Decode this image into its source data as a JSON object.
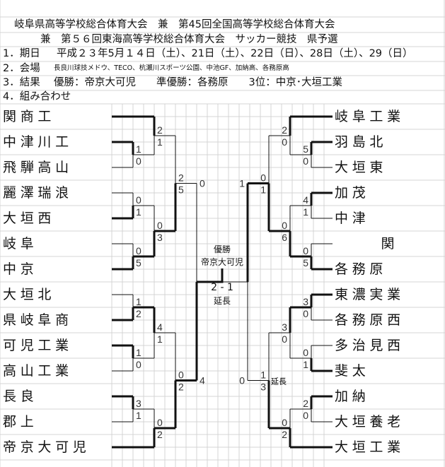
{
  "header": {
    "title1": "岐阜県高等学校総合体育大会　兼　第45回全国高等学校総合体育大会",
    "title2": "兼　第５６回東海高等学校総合体育大会　サッカー競技　県予選",
    "date_label": "1．期日",
    "date_value": "平成２３年5月１４日（土）、21日（土）、22日（日）、28日（土）、29（日）",
    "venue_label": "2．会場",
    "venue_value": "長良川球技メドウ、TECO、杭瀬川スポーツ公園、中池GF、加納高、各務原高",
    "result_label": "3．結果",
    "result_value": "優勝：帝京大可児　　準優勝：各務原　　3位：中京･大垣工業",
    "pairing_label": "4．組み合わせ"
  },
  "bracket": {
    "left_teams": [
      "関商工",
      "中津川工",
      "飛騨高山",
      "麗澤瑞浪",
      "大垣西",
      "岐阜",
      "中京",
      "大垣北",
      "県岐阜商",
      "可児工業",
      "高山工業",
      "長良",
      "郡上",
      "帝京大可児"
    ],
    "right_teams": [
      "岐阜工業",
      "羽島北",
      "大垣東",
      "加茂",
      "中津",
      "関",
      "各務原",
      "東濃実業",
      "各務原西",
      "多治見西",
      "斐太",
      "加納",
      "大垣養老",
      "大垣工業"
    ],
    "final": {
      "label": "優勝",
      "champion": "帝京大可児",
      "score": "2 - 1",
      "note": "延長"
    },
    "matches": {
      "L_R1a": {
        "scores": [
          1,
          0
        ]
      },
      "L_R2a": {
        "scores": [
          2,
          1
        ]
      },
      "L_R1b": {
        "scores": [
          0,
          1
        ]
      },
      "L_R1c": {
        "scores": [
          0,
          5
        ]
      },
      "L_R2b": {
        "scores": [
          0,
          3
        ]
      },
      "L_R3a": {
        "scores": [
          2,
          5
        ]
      },
      "L_R1d": {
        "scores": [
          1,
          2
        ]
      },
      "L_R1e": {
        "scores": [
          1,
          0
        ]
      },
      "L_R2c": {
        "scores": [
          4,
          1
        ]
      },
      "L_R1f": {
        "scores": [
          3,
          1
        ]
      },
      "L_R2d": {
        "scores": [
          0,
          2
        ]
      },
      "L_R3b": {
        "scores": [
          0,
          2
        ]
      },
      "L_R4": {
        "scores": [
          0,
          4
        ]
      },
      "R_R1a": {
        "scores": [
          5,
          0
        ]
      },
      "R_R2a": {
        "scores": [
          2,
          0
        ]
      },
      "R_R1b": {
        "scores": [
          4,
          1
        ]
      },
      "R_R1c": {
        "scores": [
          0,
          5
        ]
      },
      "R_R2b": {
        "scores": [
          0,
          6
        ]
      },
      "R_R3a": {
        "scores": [
          0,
          1
        ]
      },
      "R_R1d": {
        "scores": [
          3,
          0
        ]
      },
      "R_R1e": {
        "scores": [
          0,
          1
        ]
      },
      "R_R2c": {
        "scores": [
          3,
          0
        ]
      },
      "R_R1f": {
        "scores": [
          2,
          0
        ]
      },
      "R_R2d": {
        "scores": [
          0,
          2
        ]
      },
      "R_R3b": {
        "scores": [
          1,
          3
        ],
        "note": "延長"
      },
      "R_R4": {
        "scores": [
          1,
          0
        ]
      }
    }
  },
  "colors": {
    "grid": "#d4d4d4",
    "line": "#111111"
  }
}
